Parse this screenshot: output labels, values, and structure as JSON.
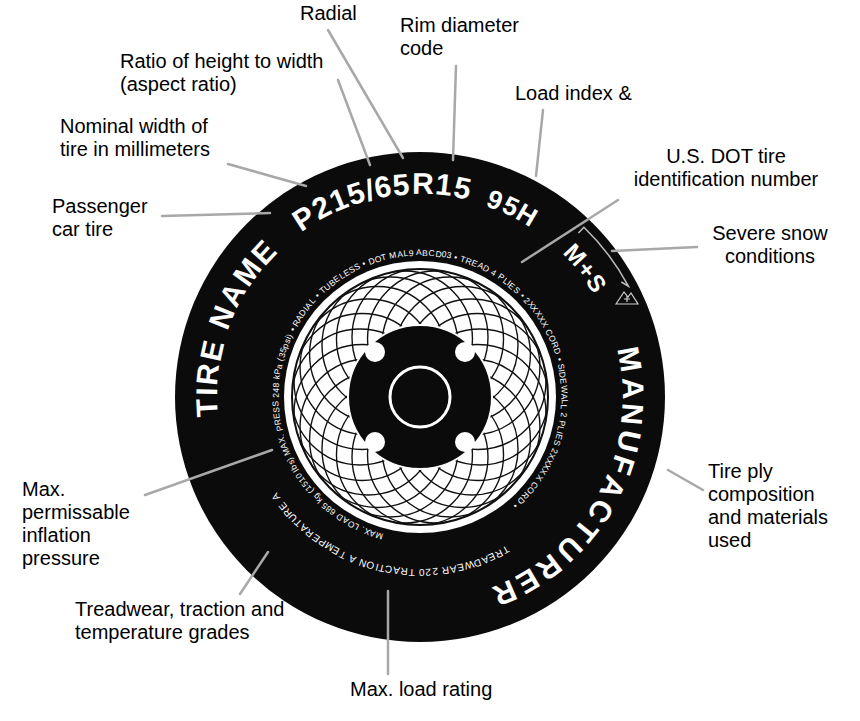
{
  "diagram": {
    "labels": [
      "Radial",
      "Rim diameter code",
      "Ratio of height to width (aspect ratio)",
      "Load index &",
      "Nominal width of tire in millimeters",
      "U.S. DOT tire identification number",
      "Passenger car tire",
      "Severe snow conditions",
      "Max. permissable inflation pressure",
      "Tire ply composition and materials used",
      "Treadwear, traction and temperature grades",
      "Max. load rating",
      "TIRE NAME",
      "P215/65R15",
      "95H",
      "M+S",
      "MANUFACTURER",
      "MAX. LOAD 685 kg (1510 lbs) MAX. PRESS 248 kPa (35psi) • RADIAL • TUBELESS • DOT MAL9 ABCD03 • TREAD 4 PLIES • 2XXXXX CORD • SIDEWALL 2 PLIES 2XXXXX CORD •",
      "TREADWEAR 220 TRACTION A TEMPERATURE A"
    ]
  }
}
